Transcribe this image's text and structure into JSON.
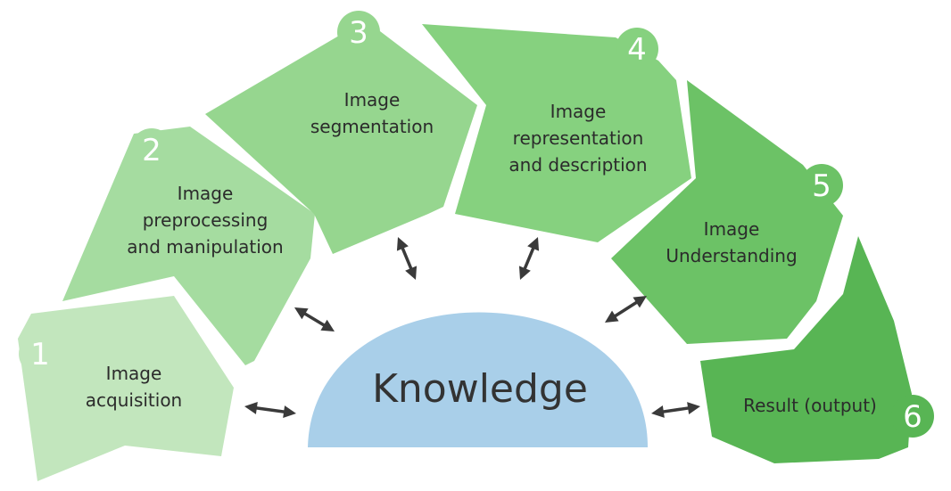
{
  "center": {
    "label": "Knowledge",
    "color": "#a9cfe9"
  },
  "steps": [
    {
      "number": "1",
      "lines": [
        "Image",
        "acquisition"
      ],
      "color": "#c2e6bd"
    },
    {
      "number": "2",
      "lines": [
        "Image",
        "preprocessing",
        "and manipulation"
      ],
      "color": "#a5dca0"
    },
    {
      "number": "3",
      "lines": [
        "Image",
        "segmentation"
      ],
      "color": "#96d68f"
    },
    {
      "number": "4",
      "lines": [
        "Image",
        "representation",
        "and description"
      ],
      "color": "#86d17f"
    },
    {
      "number": "5",
      "lines": [
        "Image",
        "Understanding"
      ],
      "color": "#6cc266"
    },
    {
      "number": "6",
      "lines": [
        "Result (output)"
      ],
      "color": "#58b554"
    }
  ],
  "arrow_color": "#3a3a3a"
}
